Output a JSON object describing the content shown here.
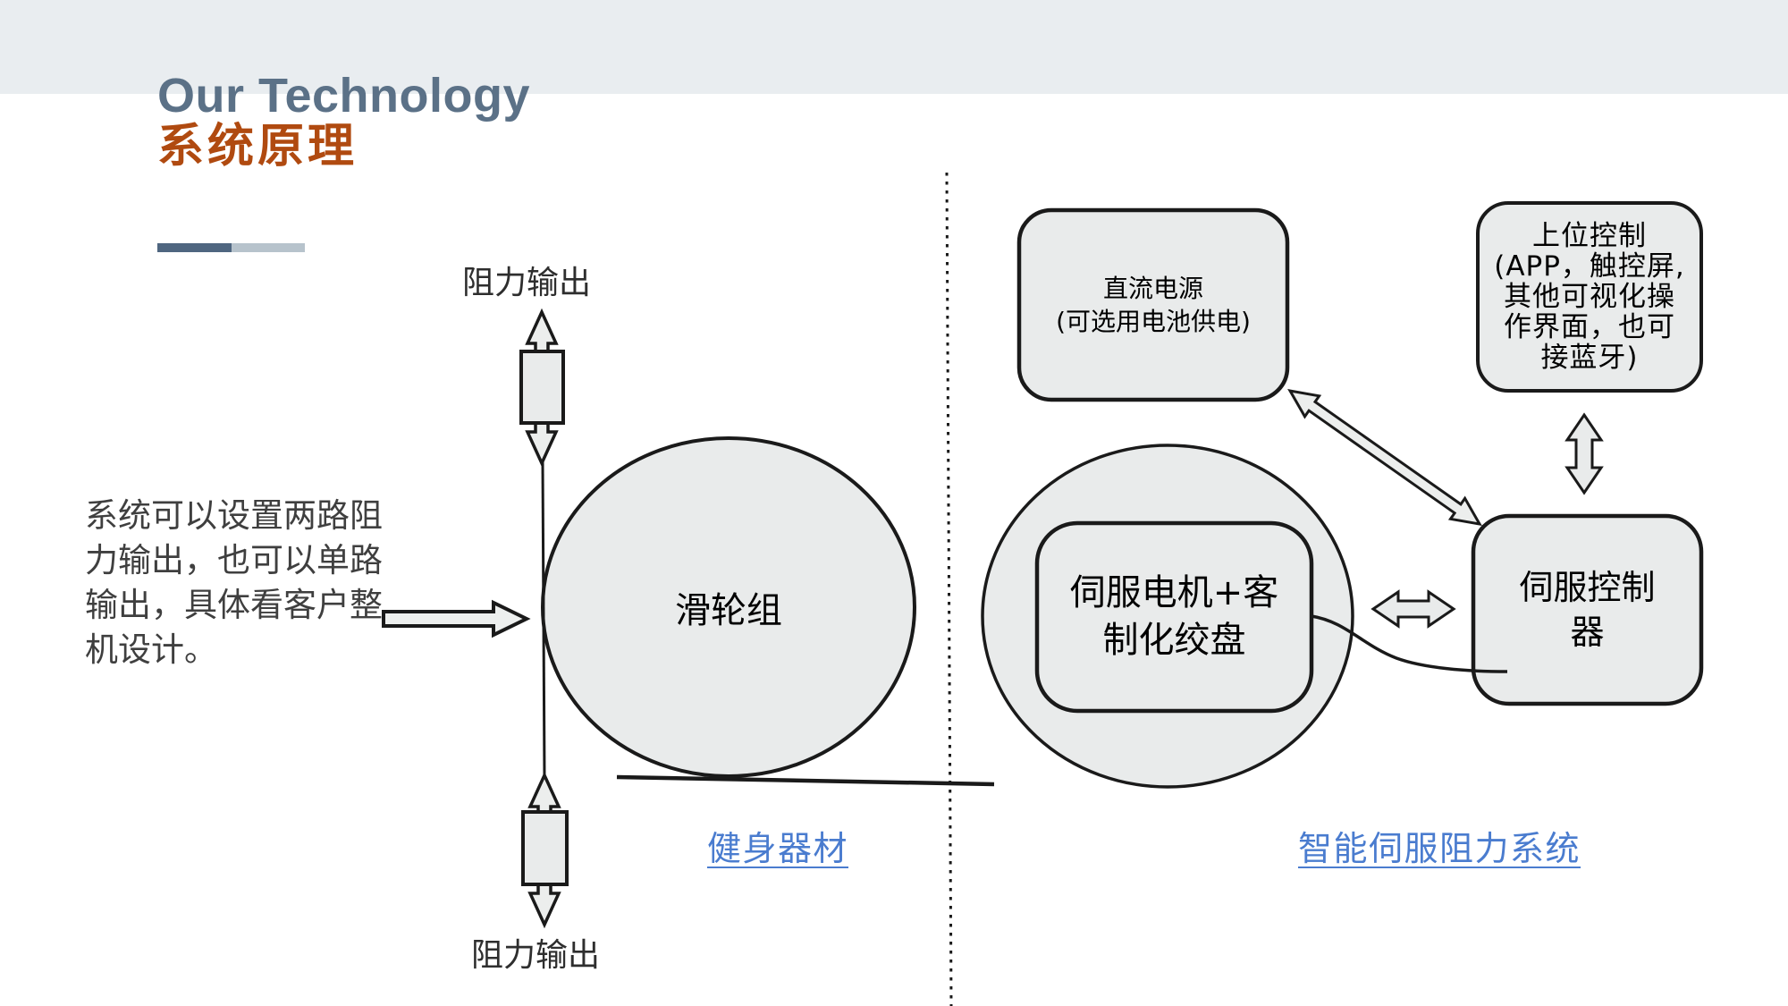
{
  "slide": {
    "title_en": "Our Technology",
    "title_zh": "系统原理",
    "note": "系统可以设置两路阻\n力输出，也可以单路\n输出，具体看客户整\n机设计。"
  },
  "diagram": {
    "left": {
      "top_output_label": "阻力输出",
      "bottom_output_label": "阻力输出",
      "pulley_label": "滑轮组",
      "section_label": "健身器材"
    },
    "right": {
      "power_box": "直流电源\n(可选用电池供电)",
      "host_box": "上位控制\n(APP，触控屏,\n其他可视化操\n作界面，也可\n接蓝牙)",
      "motor_box": "伺服电机+客\n制化绞盘",
      "controller_box": "伺服控制\n器",
      "section_label": "智能伺服阻力系统"
    },
    "colors": {
      "title_en": "#5b7187",
      "title_zh": "#b04a10",
      "divider_dark": "#4f6680",
      "divider_light": "#b7c3cc",
      "link_blue": "#4a7ccf",
      "shape_fill": "#e9ebeb",
      "header_band": "#e9edf0",
      "stroke": "#1a1a1a"
    }
  }
}
